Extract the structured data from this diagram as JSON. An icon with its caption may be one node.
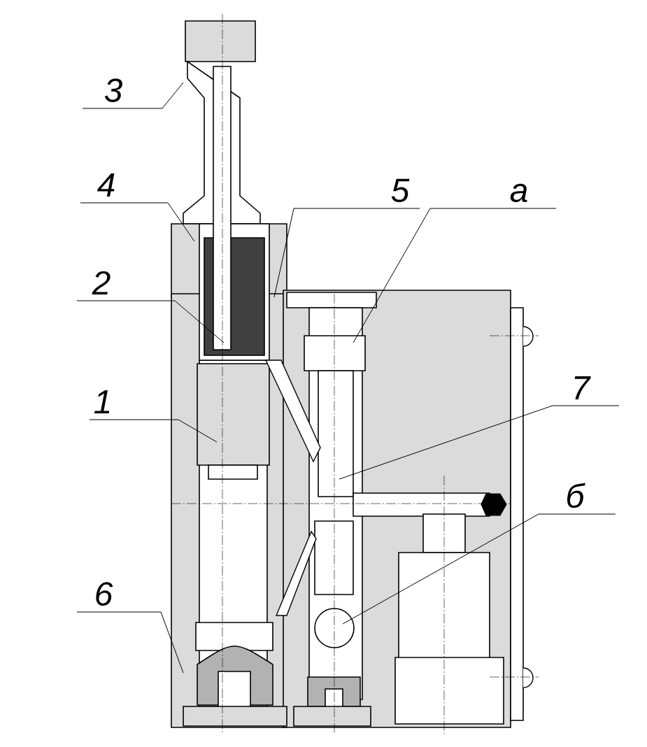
{
  "diagram": {
    "nodes": [
      {
        "text": [
          "3"
        ]
      },
      {
        "text": [
          "4"
        ]
      },
      {
        "text": [
          "5"
        ]
      },
      {
        "text": [
          "а"
        ]
      },
      {
        "text": [
          "2"
        ]
      },
      {
        "text": [
          "1"
        ]
      },
      {
        "text": [
          "7"
        ]
      },
      {
        "text": [
          "б"
        ]
      },
      {
        "text": [
          "6"
        ]
      }
    ],
    "edges": [
      {
        "from": 0,
        "to": null,
        "arrow": "none"
      },
      {
        "from": 1,
        "to": null,
        "arrow": "none"
      },
      {
        "from": 2,
        "to": null,
        "arrow": "none"
      },
      {
        "from": 3,
        "to": null,
        "arrow": "none"
      },
      {
        "from": 4,
        "to": null,
        "arrow": "none"
      },
      {
        "from": 5,
        "to": null,
        "arrow": "none"
      },
      {
        "from": 6,
        "to": null,
        "arrow": "none"
      },
      {
        "from": 7,
        "to": null,
        "arrow": "none"
      },
      {
        "from": 8,
        "to": null,
        "arrow": "none"
      }
    ]
  }
}
